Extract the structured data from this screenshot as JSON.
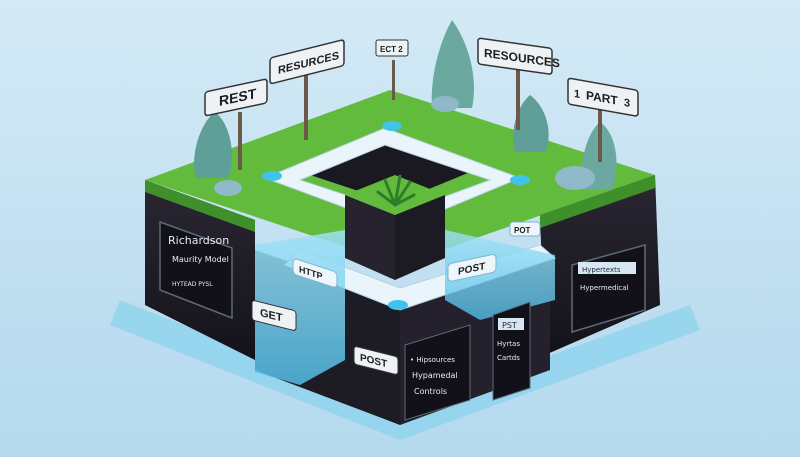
{
  "signs": {
    "rest": "REST",
    "resources_left": "RESURCES",
    "small_top": "ECT 2",
    "resources_right": "RESOURCES",
    "part": "PART",
    "part_num_1": "1",
    "part_num_3": "3"
  },
  "panels": {
    "richardson_title": "Richardson",
    "richardson_subtitle": "Maurity Model",
    "richardson_small": "HYTEAD PYSL",
    "hypermedia_right_1": "Hypertexts",
    "hypermedia_right_2": "Hypermedical",
    "hypermedia_front_1": "• Hipsources",
    "hypermedia_front_2": "Hypamedal",
    "hypermedia_front_3": "Controls",
    "post_front_1": "PST",
    "post_front_2": "Hyrtas",
    "post_front_3": "Cartds"
  },
  "path_labels": {
    "http": "HTTP",
    "post_center": "POST",
    "get": "GET",
    "post_bottom": "POST",
    "pot": "POT"
  },
  "colors": {
    "grass": "#5fb83a",
    "grass_dark": "#3f8f2a",
    "soil": "#1c1a24",
    "water": "#7fd3f2",
    "path": "#e9f4fb",
    "tree": "#6aa8a0"
  }
}
